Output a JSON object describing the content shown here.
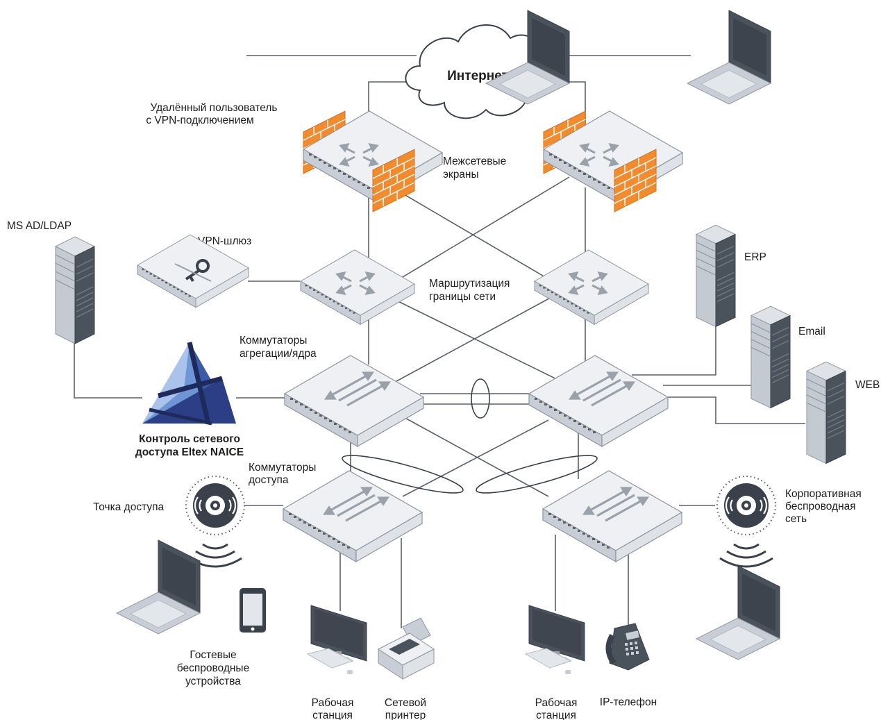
{
  "labels": {
    "internet": "Интернет",
    "remote_user": [
      "Удалённый пользователь",
      "с VPN-подключением"
    ],
    "firewalls": [
      "Межсетевые",
      "экраны"
    ],
    "ms_ad": "MS AD/LDAP",
    "vpn_gateway": "VPN-шлюз",
    "edge_routing": [
      "Маршрутизация",
      "границы сети"
    ],
    "erp": "ERP",
    "email": "Email",
    "web": "WEB",
    "core_switches": [
      "Коммутаторы",
      "агрегации/ядра"
    ],
    "naice": [
      "Контроль сетевого",
      "доступа Eltex NAICE"
    ],
    "access_switches": [
      "Коммутаторы",
      "доступа"
    ],
    "access_point": "Точка доступа",
    "corp_wireless": [
      "Корпоративная",
      "беспроводная",
      "сеть"
    ],
    "guest_devices": [
      "Гостевые",
      "беспроводные",
      "устройства"
    ],
    "workstation_left": [
      "Рабочая",
      "станция"
    ],
    "network_printer": [
      "Сетевой",
      "принтер"
    ],
    "workstation_right": [
      "Рабочая",
      "станция"
    ],
    "ip_phone": "IP-телефон"
  },
  "colors": {
    "device_top": "#eef0f3",
    "device_side": "#c9ced6",
    "device_dark": "#4a525c",
    "firewall": "#f28a2e",
    "link": "#5a6068",
    "naice_blue": "#3d5aa8",
    "naice_dark": "#1f2a5c"
  }
}
